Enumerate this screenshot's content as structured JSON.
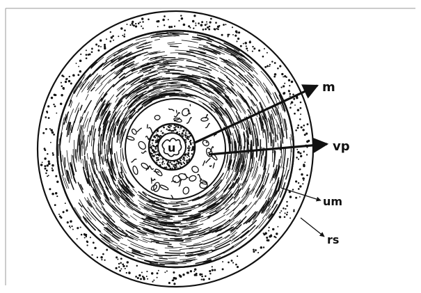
{
  "diagram": {
    "labels": {
      "center": "u",
      "m": "m",
      "vp": "vp",
      "um": "um",
      "rs": "rs"
    },
    "colors": {
      "ink": "#111111",
      "paper": "#ffffff",
      "frame": "#9a9a9a"
    }
  }
}
